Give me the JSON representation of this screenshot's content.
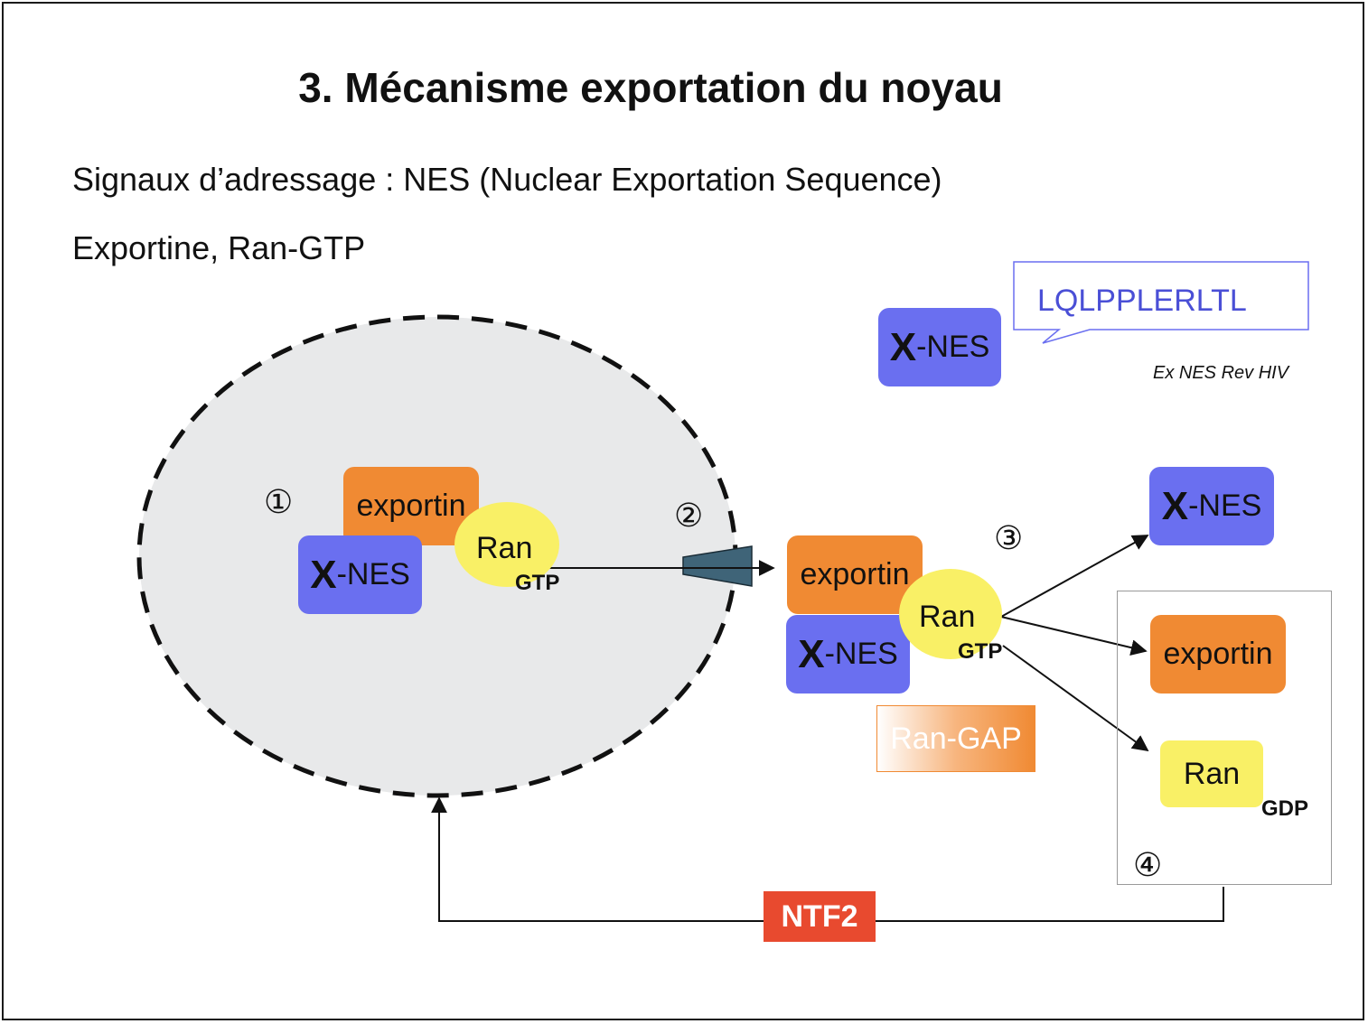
{
  "title": "3. Mécanisme exportation du noyau",
  "lines": [
    "Signaux d’adressage : NES (Nuclear Exportation Sequence)",
    "Exportine, Ran-GTP"
  ],
  "labels": {
    "x": "X",
    "nes_suffix": "-NES",
    "exportin": "exportin",
    "ran": "Ran",
    "gtp": "GTP",
    "gdp": "GDP",
    "ran_gap": "Ran-GAP",
    "ntf2": "NTF2"
  },
  "callout": {
    "sequence": "LQLPPLERLTL",
    "note": "Ex NES Rev HIV"
  },
  "steps": [
    "①",
    "②",
    "③",
    "④"
  ],
  "colors": {
    "x_nes": "#6a6ff0",
    "exportin": "#f08a33",
    "ran": "#f9f066",
    "ntf2": "#e84a2f",
    "nucleus_fill": "#e8e9ea",
    "pore": "#3f6478"
  }
}
